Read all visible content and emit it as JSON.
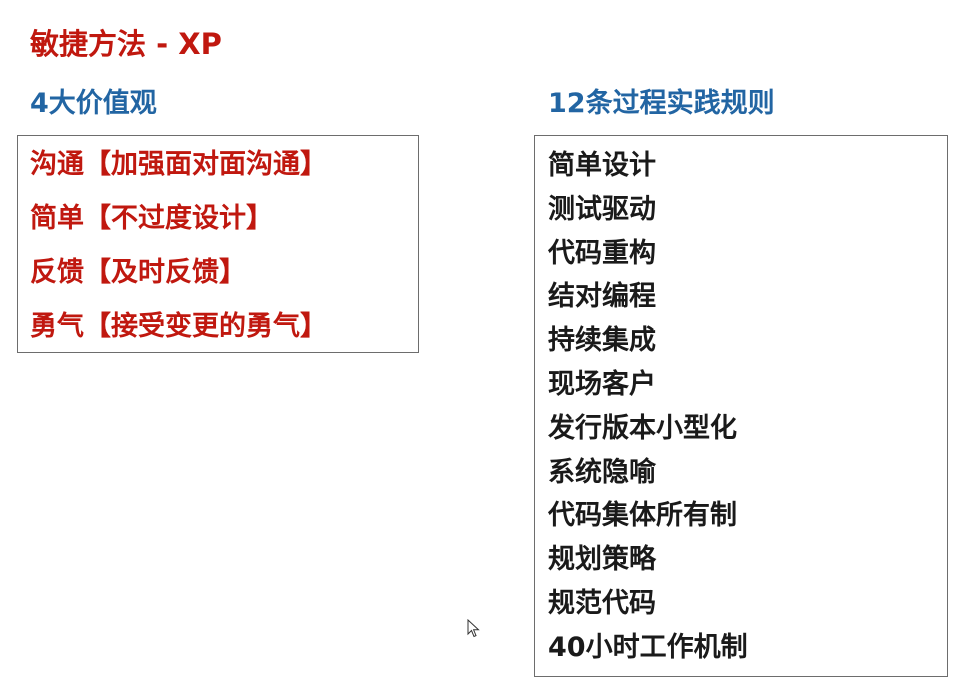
{
  "title": "敏捷方法 - XP",
  "values": {
    "heading": "4大价值观",
    "items": [
      "沟通【加强面对面沟通】",
      "简单【不过度设计】",
      "反馈【及时反馈】",
      "勇气【接受变更的勇气】"
    ]
  },
  "practices": {
    "heading": "12条过程实践规则",
    "items": [
      "简单设计",
      "测试驱动",
      "代码重构",
      "结对编程",
      "持续集成",
      "现场客户",
      "发行版本小型化",
      "系统隐喻",
      "代码集体所有制",
      "规划策略",
      "规范代码",
      "40小时工作机制"
    ]
  },
  "cursor_icon": "mouse-pointer-icon"
}
